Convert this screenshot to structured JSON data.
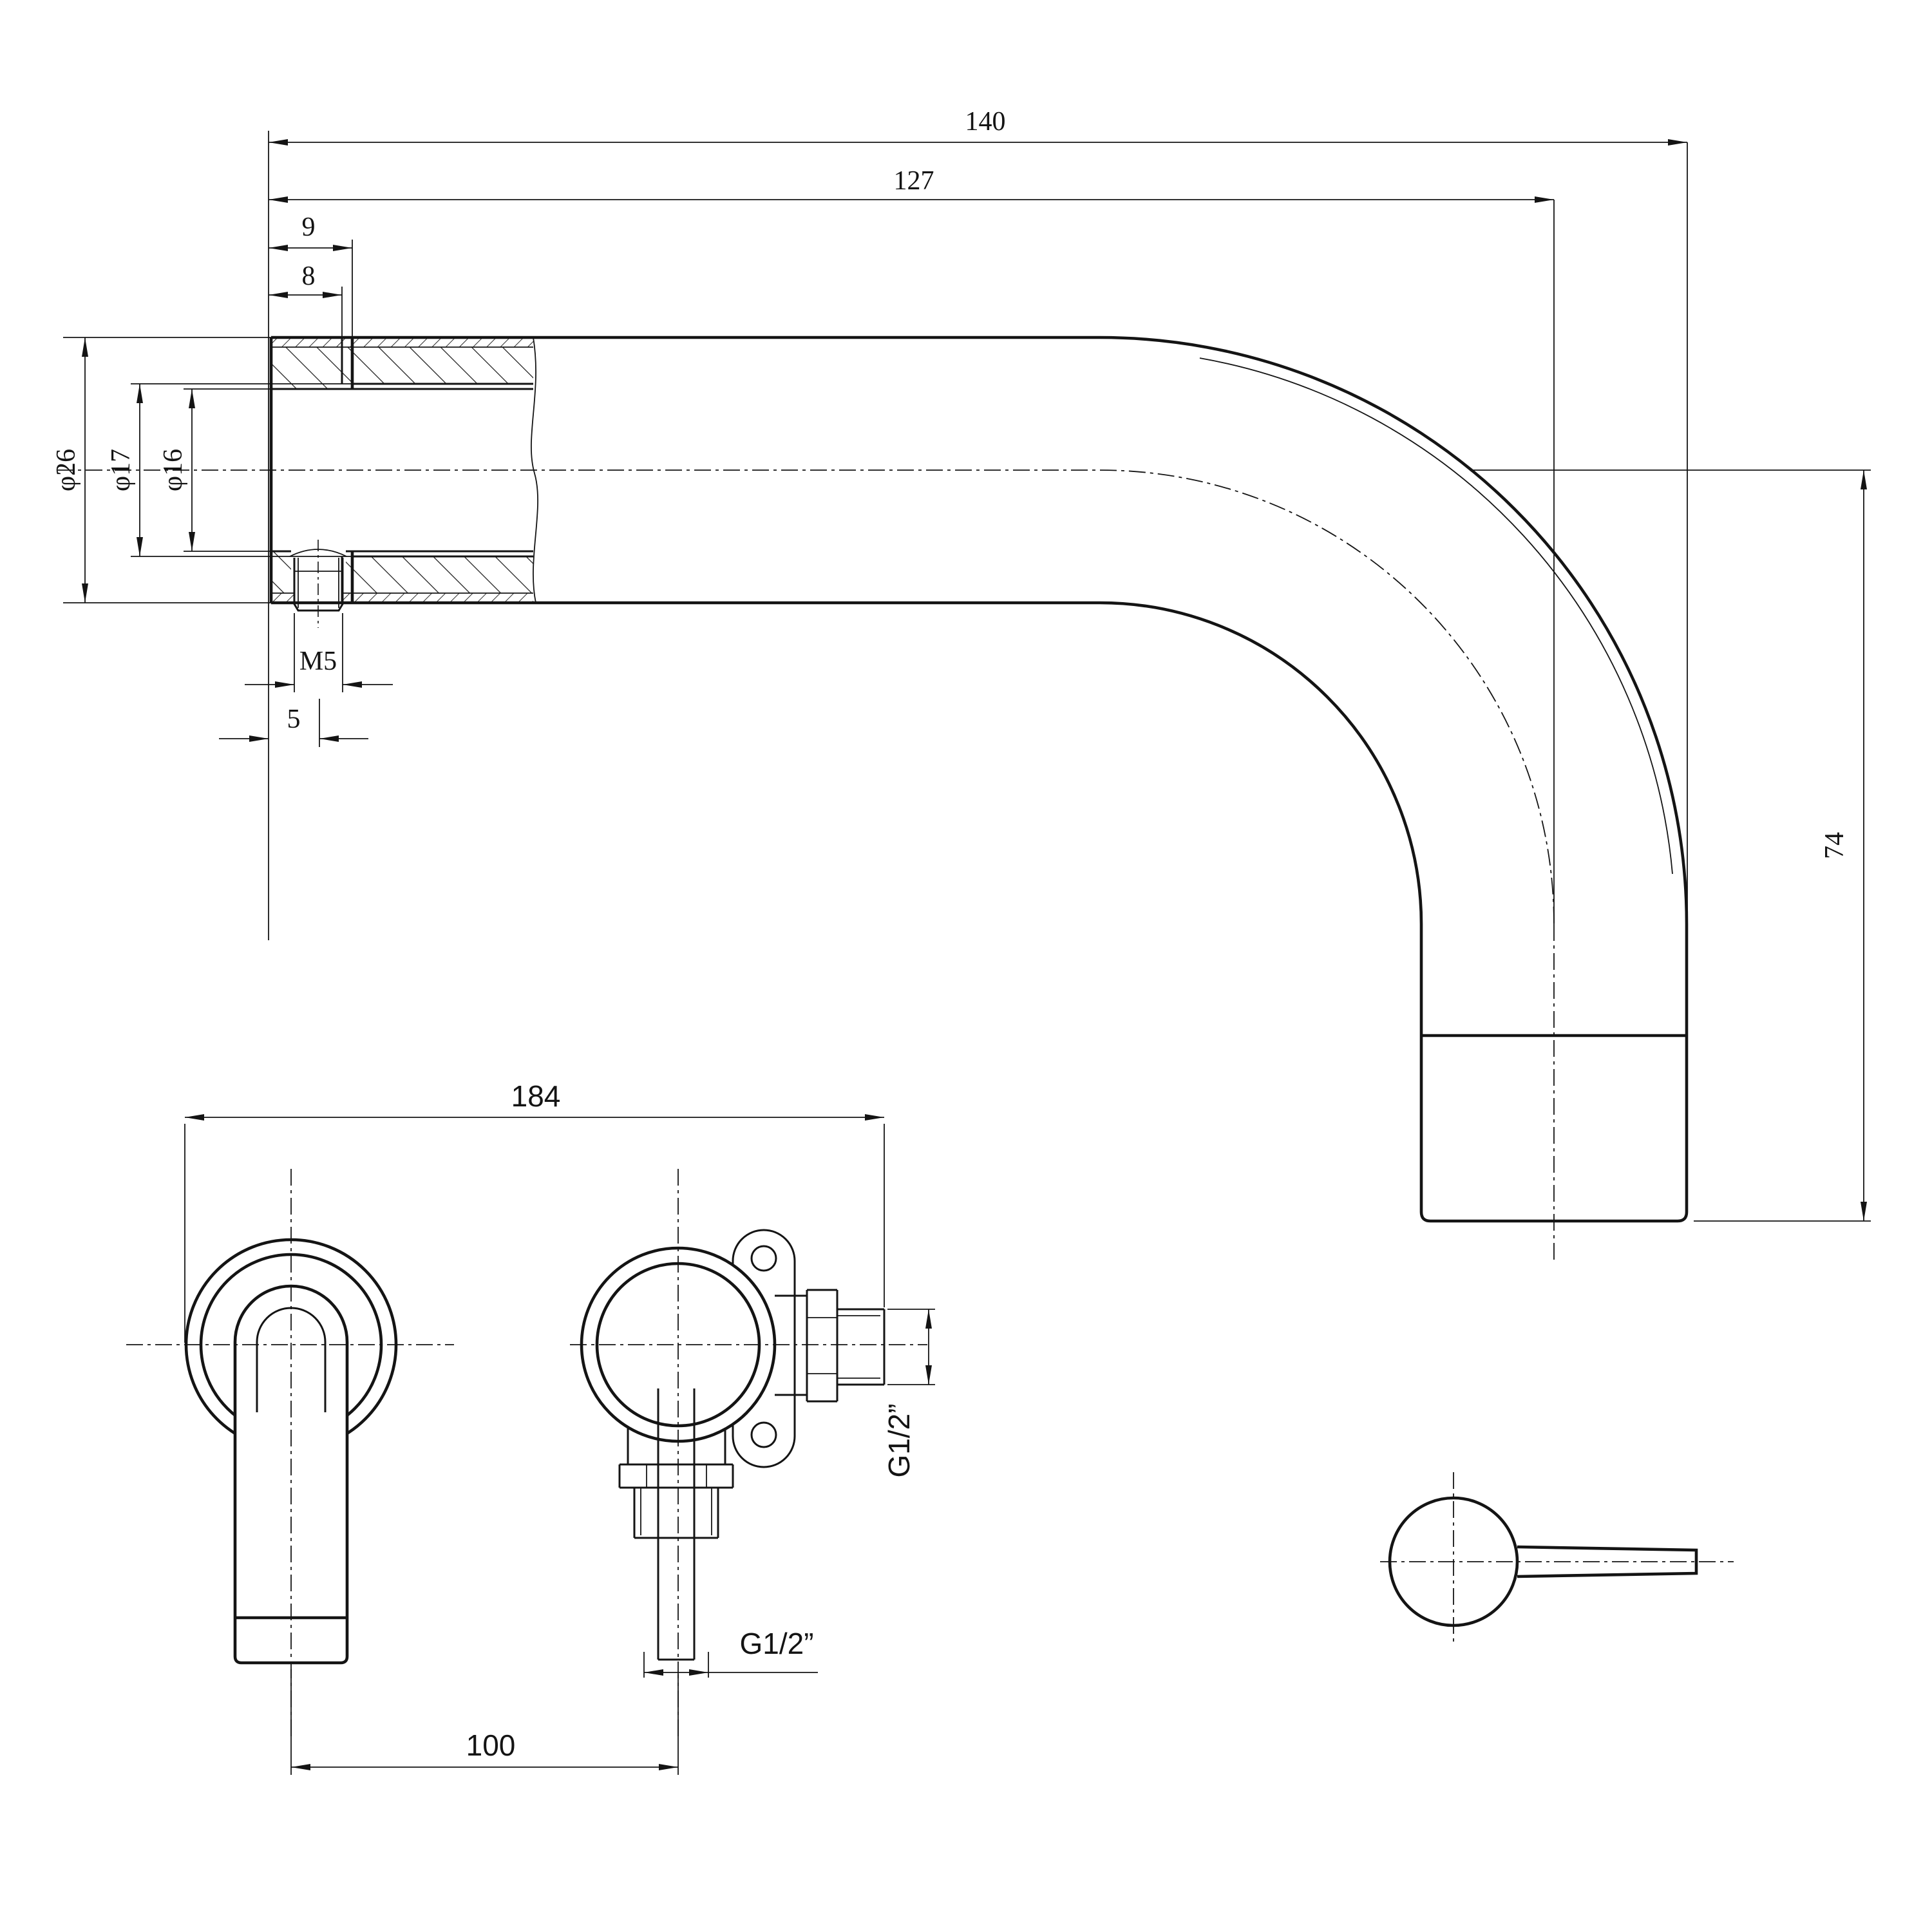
{
  "page": {
    "background": "#ffffff",
    "line_color": "#141414",
    "type": "technical-drawing"
  },
  "views": {
    "spout_section": {
      "name": "wall spout side cross-section",
      "dimensions": {
        "overall_length": "140",
        "length_to_outlet_center": "127",
        "thread_engagement": "9",
        "sleeve_length": "8",
        "outer_diameter": "φ26",
        "bore_diameter_large": "φ17",
        "bore_diameter_small": "φ16",
        "set_screw_thread": "M5",
        "screw_offset": "5",
        "drop_height": "74"
      }
    },
    "mixer_front": {
      "name": "concealed mixer body front view",
      "dimensions": {
        "overall_width": "184",
        "center_distance": "100",
        "outlet_thread": "G1/2”",
        "inlet_thread": "G1/2”"
      }
    },
    "handle_side": {
      "name": "lever handle side view"
    }
  }
}
